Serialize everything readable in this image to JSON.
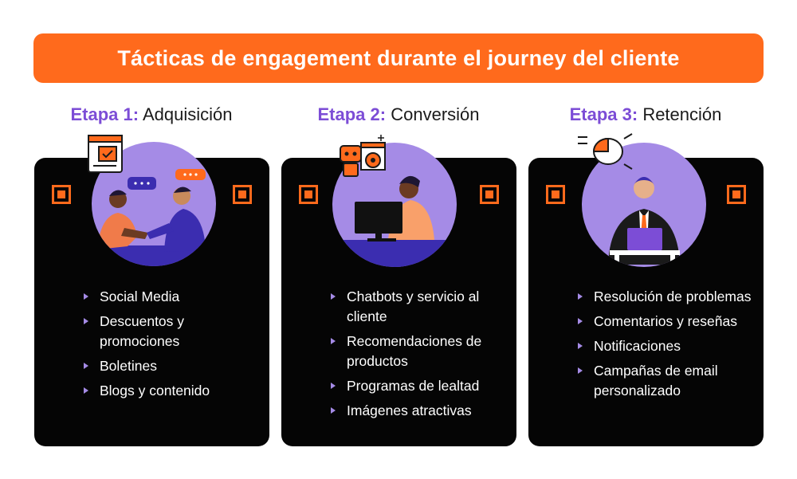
{
  "title": "Tácticas de engagement durante el journey del cliente",
  "colors": {
    "accent": "#ff6a1c",
    "stage_label": "#7c4dd6",
    "card_bg": "#050505",
    "circle": "#a58be6",
    "bullet": "#a58be6"
  },
  "stages": [
    {
      "label": "Etapa 1:",
      "name": "Adquisición",
      "icon": "handshake-illustration",
      "items": [
        "Social Media",
        "Descuentos y promociones",
        "Boletines",
        "Blogs y contenido"
      ]
    },
    {
      "label": "Etapa 2:",
      "name": "Conversión",
      "icon": "chatbot-support-illustration",
      "items": [
        "Chatbots y servicio al cliente",
        "Recomendaciones de productos",
        "Programas de lealtad",
        "Imágenes atractivas"
      ]
    },
    {
      "label": "Etapa 3:",
      "name": "Retención",
      "icon": "businessman-laptop-illustration",
      "items": [
        "Resolución de problemas",
        "Comentarios y reseñas",
        "Notificaciones",
        "Campañas de email personalizado"
      ]
    }
  ]
}
